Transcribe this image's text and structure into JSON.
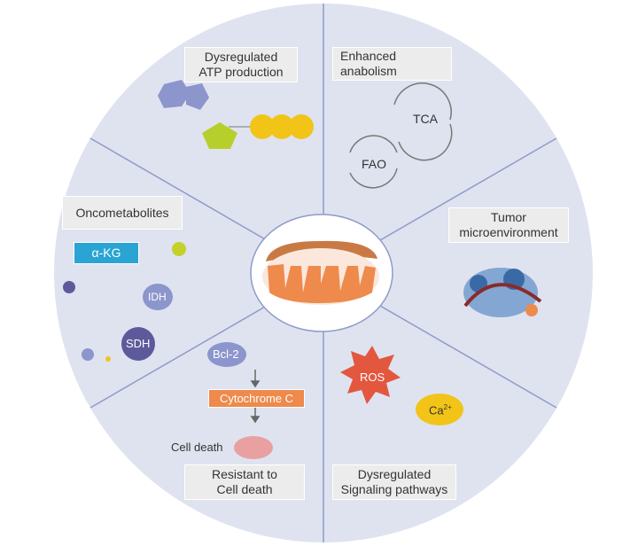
{
  "sectors": {
    "atp": {
      "title": "Dysregulated ATP production",
      "line1": "Dysregulated",
      "line2": "ATP production"
    },
    "anabolism": {
      "title": "Enhanced anabolism",
      "line1": "Enhanced",
      "line2": "anabolism",
      "cycles": [
        "TCA",
        "FAO"
      ]
    },
    "tme": {
      "title": "Tumor microenvironment",
      "line1": "Tumor",
      "line2": "microenvironment"
    },
    "signaling": {
      "title": "Dysregulated Signaling pathways",
      "line1": "Dysregulated",
      "line2": "Signaling pathways",
      "ros": "ROS",
      "ca": "Ca",
      "ca_sup": "2+"
    },
    "cell_death": {
      "title": "Resistant to Cell death",
      "line1": "Resistant to",
      "line2": "Cell death",
      "bcl2": "Bcl-2",
      "cytochrome": "Cytochrome C",
      "cell_death_label": "Cell death"
    },
    "oncometabolites": {
      "title": "Oncometabolites",
      "akg": "α-KG",
      "idh": "IDH",
      "sdh": "SDH"
    }
  },
  "colors": {
    "background": "#dfe3f0",
    "divider": "#8f9bc8",
    "orange": "#ee8a4c",
    "purple": "#5d5a9c",
    "yellow": "#f2c418",
    "ros_red": "#e3573f",
    "akg_blue": "#2aa4d3"
  }
}
